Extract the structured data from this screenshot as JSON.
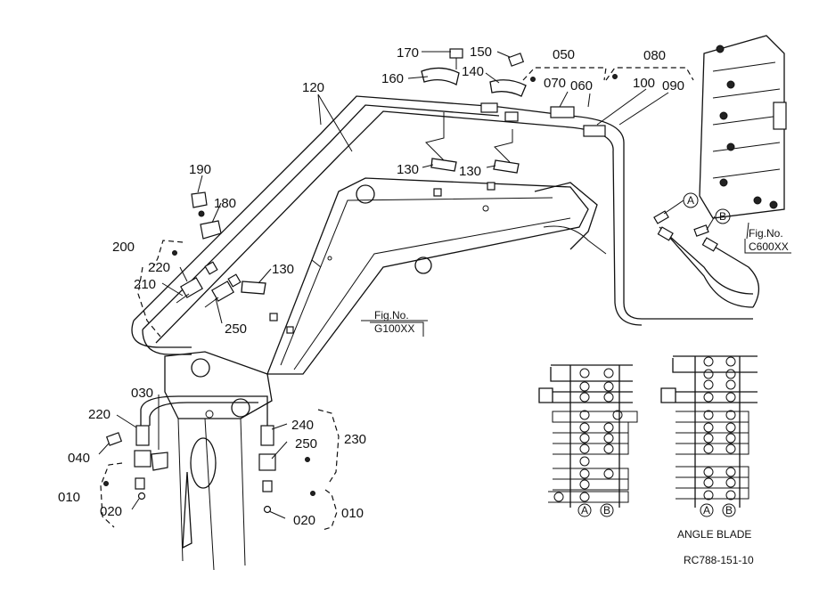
{
  "callouts": {
    "p170": "170",
    "p150": "150",
    "p050": "050",
    "p080": "080",
    "p160": "160",
    "p140": "140",
    "p070": "070",
    "p060": "060",
    "p100": "100",
    "p090": "090",
    "p120": "120",
    "p190": "190",
    "p180": "180",
    "p130a": "130",
    "p130b": "130",
    "p130c": "130",
    "p200": "200",
    "p220a": "220",
    "p210": "210",
    "p250a": "250",
    "p030": "030",
    "p220b": "220",
    "p040": "040",
    "p010a": "010",
    "p020a": "020",
    "p240": "240",
    "p250b": "250",
    "p230": "230",
    "p020b": "020",
    "p010b": "010"
  },
  "refs": {
    "fig_g_line1": "Fig.No.",
    "fig_g_line2": "G100XX",
    "fig_c_line1": "Fig.No.",
    "fig_c_line2": "C600XX",
    "markA": "A",
    "markB": "B"
  },
  "valve_panels": {
    "left_markA": "A",
    "left_markB": "B",
    "right_markA": "A",
    "right_markB": "B",
    "right_caption": "ANGLE BLADE"
  },
  "drawing_number": "RC788-151-10"
}
